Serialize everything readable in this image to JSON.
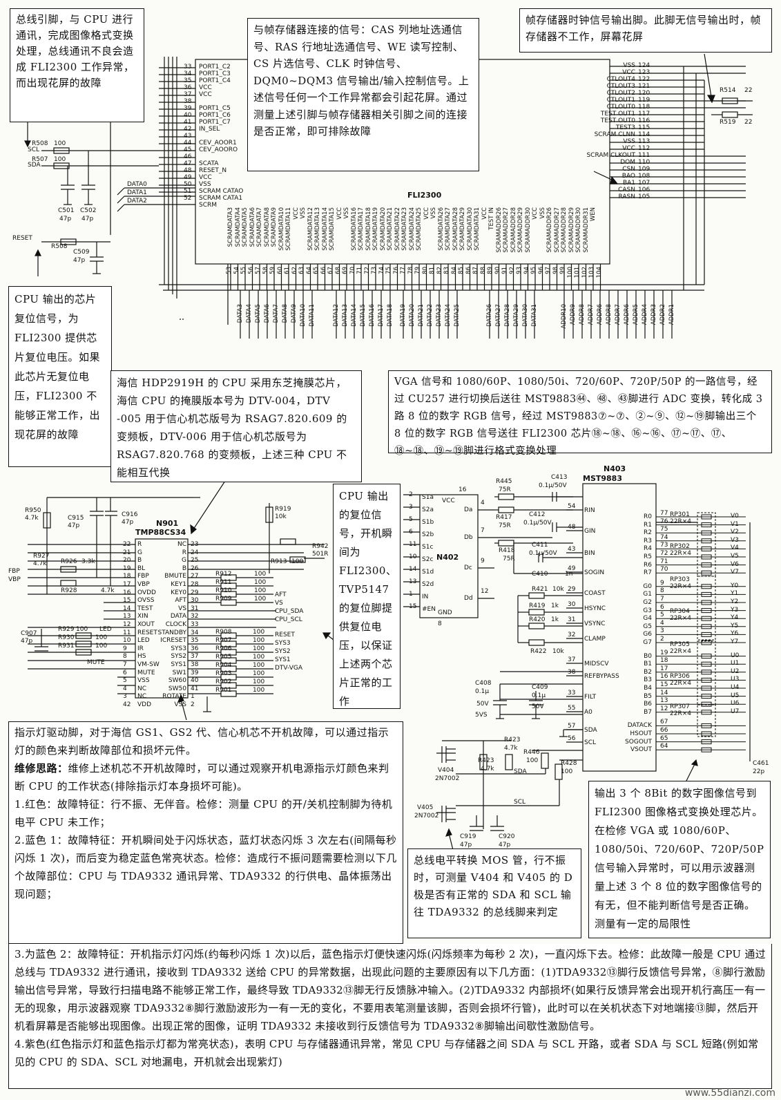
{
  "notes": {
    "bus_pins": "总线引脚，与 CPU 进行通讯，完成图像格式变换处理，总线通讯不良会造成 FLI2300 工作异常，而出现花屏的故障",
    "frame_store_signals": "与帧存储器连接的信号：CAS 列地址选通信号、RAS 行地址选通信号、WE 读写控制、CS 片选信号、CLK 时钟信号、DQM0~DQM3 信号输出/输入控制信号。上述信号任何一个工作异常都会引起花屏。通过测量上述引脚与帧存储器相关引脚之间的连接是否正常，即可排除故障",
    "frame_clock_pin": "帧存储器时钟信号输出脚。此脚无信号输出时，帧存储器不工作，屏幕花屏",
    "cpu_reset": "CPU 输出的芯片复位信号，为 FLI2300 提供芯片复位电压。如果此芯片无复位电压，FLI2300 不能够正常工作，出现花屏的故障",
    "cpu_masks": "海信 HDP2919H 的 CPU 采用东芝掩膜芯片，海信 CPU 的掩膜版本号为 DTV-004，DTV -005 用于信心机芯版号为 RSAG7.820.609 的变频板，DTV-006 用于信心机芯版号为 RSAG7.820.768 的变频板，上述三种 CPU 不能相互代换",
    "vga_path": "VGA 信号和 1080/60P、1080/50i、720/60P、720P/50P 的一路信号，经过 CU257 进行切换后送往 MST9883㊹、㊽、㊸脚进行 ADC 变换，转化成 3 路 8 位的数字 RGB 信号，经过 MST9883⑦~⑦、②~⑨、⑫~⑲脚输出三个 8 位的数字 RGB 信号送往 FLI2300 芯片⑱~⑱、⑯~⑯、⑰~⑰、⑰、⑱~⑱、⑲~⑲脚进行格式变换处理",
    "cpu_reset2": "CPU 输出的复位信号，开机瞬间为 FLI2300、TVP5147 的复位脚提供复位电压，以保证上述两个芯片正常的工作",
    "mos": "总线电平转换 MOS 管，行不振时，可测量 V404 和 V405 的 D 极是否有正常的 SDA 和 SCL 输往 TDA9332 的总线脚来判定",
    "rgb_out": "输出 3 个 8Bit 的数字图像信号到 FLI2300 图像格式变换处理芯片。在检修 VGA 或 1080/60P、1080/50i、720/60P、720P/50P 信号输入异常时，可以用示波器测量上述 3 个 8 位的数字图像信号的有无，但不能判断信号是否正确。测量有一定的局限性"
  },
  "led": {
    "intro": "指示灯驱动脚，对于海信 GS1、GS2 代、信心机芯不开机故障，可以通过指示灯的颜色来判断故障部位和损坏元件。",
    "idea_label": "维修思路：",
    "idea": "维修上述机芯不开机故障时，可以通过观察开机电源指示灯颜色来判断 CPU 的工作状态(排除指示灯本身损坏可能)。",
    "p1": "1.红色：故障特征：行不振、无伴音。检修：测量 CPU 的开/关机控制脚为待机电平 CPU 未工作；",
    "p2": "2.蓝色 1：故障特征：开机瞬间处于闪烁状态，蓝灯状态闪烁 3 次左右(间隔每秒闪烁 1 次)，而后变为稳定蓝色常亮状态。检修：造成行不振问题需要检测以下几个故障部位：CPU 与 TDA9332 通讯异常、TDA9332 的行供电、晶体振荡出现问题；",
    "p3": "3.为蓝色 2：故障特征：开机指示灯闪烁(约每秒闪烁 1 次)以后，蓝色指示灯便快速闪烁(闪烁频率为每秒 2 次)，一直闪烁下去。检修：此故障一般是 CPU 通过总线与 TDA9332 进行通讯，接收到 TDA9332 送给 CPU 的异常数据，出现此问题的主要原因有以下几方面：(1)TDA9332⑬脚行反馈信号异常，⑧脚行激励输出信号异常，导致行扫描电路不能够正常工作，最终导致 TDA9332⑬脚无行反馈脉冲输入。(2)TDA9332 内部损坏(如果行反馈异常会出现开机行高压一有一无的现象，用示波器观察 TDA9332⑧脚行激励波形为一有一无的变化，不要用表笔测量该脚，否则会损坏行管)，此时可以在关机状态下对地端接⑬脚，然后开机看屏幕是否能够出现图像。出现正常的图像，证明 TDA9332 未接收到行反馈信号为 TDA9332⑧脚输出间歇性激励信号。",
    "p4": "4.紫色(红色指示灯和蓝色指示灯都为常亮状态)，表明 CPU 与存储器通讯异常，常见 CPU 与存储器之间 SDA 与 SCL 开路，或者 SDA 与 SCL 短路(例如常见的 CPU 的 SDA、SCL 对地漏电，开机就会出现紫灯)"
  },
  "chips": {
    "fli": "FLI2300",
    "n901_ref": "N901",
    "n901_part": "TMP88CS34",
    "n402": "N402",
    "n403_ref": "N403",
    "n403_part": "MST9883"
  },
  "fli_left_pins": [
    {
      "n": "33",
      "s": "PORT1_C2"
    },
    {
      "n": "34",
      "s": "PORT1_C3"
    },
    {
      "n": "35",
      "s": "PORT1_C4"
    },
    {
      "n": "36",
      "s": "VCC"
    },
    {
      "n": "37",
      "s": "VCC"
    },
    {
      "n": "38",
      "s": ""
    },
    {
      "n": "39",
      "s": "PORT1_C5"
    },
    {
      "n": "40",
      "s": "PORT1_C6"
    },
    {
      "n": "41",
      "s": "PORT1_C7"
    },
    {
      "n": "42",
      "s": "IN_SEL"
    },
    {
      "n": "43",
      "s": ""
    },
    {
      "n": "44",
      "s": "CEV_AOOR1"
    },
    {
      "n": "45",
      "s": "CEV_AOORO"
    },
    {
      "n": "46",
      "s": ""
    },
    {
      "n": "47",
      "s": "SCATA"
    },
    {
      "n": "48",
      "s": "RESET_N"
    },
    {
      "n": "49",
      "s": "VCC"
    },
    {
      "n": "50",
      "s": "VSS"
    },
    {
      "n": "51",
      "s": "SCRAM CATAO"
    },
    {
      "n": "52",
      "s": "SCRAM CATA1"
    },
    {
      "n": "",
      "s": "SCRM"
    }
  ],
  "fli_right_pins": [
    {
      "n": "124",
      "s": "VSS"
    },
    {
      "n": "123",
      "s": "VCC"
    },
    {
      "n": "122",
      "s": "CTLOUT4"
    },
    {
      "n": "121",
      "s": "CTLOUT3"
    },
    {
      "n": "120",
      "s": "CTLOUT2"
    },
    {
      "n": "119",
      "s": "CTLOUT1"
    },
    {
      "n": "118",
      "s": "CTLOUT0"
    },
    {
      "n": "117",
      "s": "TEST OUT1"
    },
    {
      "n": "116",
      "s": "TEST OUT0"
    },
    {
      "n": "115",
      "s": "TEST3"
    },
    {
      "n": "114",
      "s": "SCRAM CLNN"
    },
    {
      "n": "113",
      "s": "VSS"
    },
    {
      "n": "112",
      "s": "VCC"
    },
    {
      "n": "111",
      "s": "SCRAM CLKOUT"
    },
    {
      "n": "110",
      "s": "DOM"
    },
    {
      "n": "109",
      "s": "CSN"
    },
    {
      "n": "108",
      "s": "BAO"
    },
    {
      "n": "107",
      "s": "BA1"
    },
    {
      "n": "106",
      "s": "CASN"
    },
    {
      "n": "105",
      "s": "RASN"
    }
  ],
  "fli_bottom_labels": [
    "SCRAMDATA3",
    "SCRAMDATA4",
    "SCRAMDATA5",
    "SCRAMDATA6",
    "SCRAMDATA7",
    "SCRAMDATA8",
    "SCRAMDATA9",
    "SCRAMDATA10",
    "SCRAMDATA11",
    "VCC",
    "VSS",
    "SCRAMDATA12",
    "SCRAMDATA13",
    "SCRAMDATA14",
    "SCRAMDATA15",
    "VCC",
    "VSS",
    "SCRAMDATA16",
    "SCRAMDATA17",
    "SCRAMDATA18",
    "SCRAMDATA19",
    "SCRAMDATA20",
    "SCRAMDATA21",
    "SCRAMDATA22",
    "SCRAMDATA23",
    "SCRAMDATA24",
    "SCRAMDATA25",
    "VCC",
    "VSS",
    "SCRAMDATA26",
    "SCRAMDATA27",
    "SCRAMDATA28",
    "SCRAMDATA29",
    "SCRAMDATA30",
    "SCRAMDATA31",
    "VCC",
    "TEST IN",
    "SCRAMADDR26",
    "SCRAMADDR27",
    "SCRAMADDR28",
    "SCRAMADDR29",
    "SCRAMADDR30",
    "VCC",
    "VSS",
    "SCRAMADDR26",
    "SCRAMADDR27",
    "SCRAMADDR28",
    "SCRAMADDR29",
    "SCRAMADDR30",
    "SCRAMADDR31",
    "WEN"
  ],
  "fli_bottom_pins": [
    "53",
    "54",
    "55",
    "56",
    "57",
    "58",
    "59",
    "60",
    "61",
    "62",
    "63",
    "64",
    "65",
    "66",
    "67",
    "68",
    "69",
    "70",
    "71",
    "72",
    "73",
    "74",
    "75",
    "76",
    "77",
    "78",
    "79",
    "80",
    "81",
    "82",
    "83",
    "84",
    "85",
    "86",
    "87",
    "88",
    "89",
    "90",
    "91",
    "92",
    "93",
    "94",
    "95",
    "96",
    "97",
    "98",
    "99",
    "100",
    "101",
    "102",
    "103",
    "104"
  ],
  "fli_bus_labels": [
    "DATA3",
    "DATA4",
    "DATA5",
    "DATA6",
    "DATA7",
    "DATA8",
    "DATA9",
    "DATA10",
    "DATA11",
    "DATA12",
    "DATA13",
    "DATA14",
    "DATA15",
    "DATA16",
    "DATA17",
    "DATA18",
    "DATA19",
    "DATA20",
    "DATA21",
    "DATA22",
    "DATA23",
    "DATA24",
    "DATA25",
    "DATA26",
    "DATA27",
    "DATA28",
    "DATA29",
    "DATA30",
    "DATA31",
    "ADDR10",
    "ADDR9",
    "ADDR8",
    "ADDR7",
    "ADDR6",
    "ADDR8",
    "ADDR7",
    "ADDR6",
    "ADDR5",
    "ADDR4",
    "ADDR3",
    "ADDR2",
    "ADDR1"
  ],
  "top_left_labels": {
    "scl": "SCL",
    "sda": "SDA",
    "r508": "R508",
    "r508v": "100",
    "r507": "R507",
    "r507v": "100",
    "c501": "C501",
    "c501v": "47p",
    "c502": "C502",
    "c502v": "47p",
    "reset": "RESET",
    "r508b": "R508",
    "c509": "C509",
    "c509v": "47p",
    "data0": "DATA0",
    "data1": "DATA1",
    "data2": "DATA2",
    "r514": "R514",
    "r514v": "22",
    "r519": "R519",
    "r519v": "22"
  },
  "n901_left": [
    {
      "n": "22",
      "s": "R"
    },
    {
      "n": "21",
      "s": "G"
    },
    {
      "n": "20",
      "s": "B"
    },
    {
      "n": "19",
      "s": "BL"
    },
    {
      "n": "18",
      "s": "FBP"
    },
    {
      "n": "17",
      "s": "VBP"
    },
    {
      "n": "16",
      "s": "OVDD"
    },
    {
      "n": "15",
      "s": "OVSS"
    },
    {
      "n": "14",
      "s": "TEST"
    },
    {
      "n": "13",
      "s": "XIN"
    },
    {
      "n": "12",
      "s": "XOUT"
    },
    {
      "n": "11",
      "s": "RESET"
    },
    {
      "n": "10",
      "s": "LED"
    },
    {
      "n": "9",
      "s": "IR"
    },
    {
      "n": "8",
      "s": "HS"
    },
    {
      "n": "7",
      "s": "VM-SW"
    },
    {
      "n": "6",
      "s": "MUTE"
    },
    {
      "n": "5",
      "s": "VSS"
    },
    {
      "n": "4",
      "s": "NC"
    },
    {
      "n": "3",
      "s": "NC"
    },
    {
      "n": "42",
      "s": "VDD"
    }
  ],
  "n901_right": [
    {
      "n": "23",
      "s": "NC"
    },
    {
      "n": "24",
      "s": "R"
    },
    {
      "n": "25",
      "s": "G"
    },
    {
      "n": "26",
      "s": "B"
    },
    {
      "n": "27",
      "s": "BMUTE"
    },
    {
      "n": "28",
      "s": "KEY1"
    },
    {
      "n": "29",
      "s": "KEY0"
    },
    {
      "n": "30",
      "s": "AFT"
    },
    {
      "n": "31",
      "s": "VS"
    },
    {
      "n": "32",
      "s": "DATA"
    },
    {
      "n": "33",
      "s": "CLOCK"
    },
    {
      "n": "34",
      "s": "STANDBY"
    },
    {
      "n": "35",
      "s": "ICRESET"
    },
    {
      "n": "36",
      "s": "SYS3"
    },
    {
      "n": "37",
      "s": "SYS2"
    },
    {
      "n": "38",
      "s": "SYS1"
    },
    {
      "n": "39",
      "s": "SW1"
    },
    {
      "n": "40",
      "s": "SW60"
    },
    {
      "n": "41",
      "s": "SW50"
    },
    {
      "n": "1",
      "s": "ROTATE"
    },
    {
      "n": "2",
      "s": "VSS"
    }
  ],
  "n901_parts": {
    "r950": "R950",
    "r950v": "4.7k",
    "c915": "C915",
    "c915v": "47p",
    "c916": "C916",
    "c916v": "47p",
    "r927": "R927",
    "r927v": "4.7k",
    "r926": "R926",
    "r926v": "3.3k",
    "r928": "R928",
    "r928v": "4.7k",
    "fbp": "FBP",
    "vbp": "VBP",
    "c907": "C907",
    "c907v": "47p",
    "r929": "R929",
    "r929v": "100",
    "led": "LED",
    "r930": "R930",
    "r930v": "100",
    "r931": "R931",
    "r931v": "100",
    "mute": "MUTE",
    "r919": "R919",
    "r919v": "10k",
    "r942": "R942",
    "r942v": "501R",
    "r913": "R913",
    "r913v": "100",
    "r912": "R912",
    "r911": "R911",
    "r910": "R910",
    "r909": "R909",
    "rv": "100",
    "aft": "AFT",
    "vs": "VS",
    "cpusda": "CPU_SDA",
    "cpuscl": "CPU_SCL",
    "r908": "R908",
    "r907": "R907",
    "r906": "R906",
    "r905": "R905",
    "r904": "R904",
    "r903": "R903",
    "r902": "R902",
    "r901": "R901",
    "reset": "RESET",
    "sys3": "SYS3",
    "sys2": "SYS2",
    "sys1": "SYS1",
    "dtvvga": "DTV-VGA"
  },
  "n402_left": [
    {
      "n": "2",
      "s": "S1a"
    },
    {
      "n": "3",
      "s": "S2a"
    },
    {
      "n": "5",
      "s": "S1b"
    },
    {
      "n": "6",
      "s": "S2b"
    },
    {
      "n": "11",
      "s": "S1c"
    },
    {
      "n": "10",
      "s": "S2c"
    },
    {
      "n": "14",
      "s": "S1d"
    },
    {
      "n": "13",
      "s": "S2d"
    },
    {
      "n": "1",
      "s": "IN"
    },
    {
      "n": "15",
      "s": "#EN"
    }
  ],
  "n402_right": [
    {
      "n": "4",
      "s": "Da"
    },
    {
      "n": "7",
      "s": "Db"
    },
    {
      "n": "9",
      "s": "Dc"
    },
    {
      "n": "12",
      "s": "Dd"
    }
  ],
  "n402_misc": {
    "vcc": "VCC",
    "gnd": "GND",
    "p16": "16",
    "p8": "8"
  },
  "n403_left": [
    {
      "n": "54",
      "s": "RIN"
    },
    {
      "n": "48",
      "s": "GIN"
    },
    {
      "n": "43",
      "s": "BIN"
    },
    {
      "n": "49",
      "s": "SOGIN"
    },
    {
      "n": "29",
      "s": "COAST"
    },
    {
      "n": "30",
      "s": "HSYNC"
    },
    {
      "n": "31",
      "s": "VSYNC"
    },
    {
      "n": "32",
      "s": "CLAMP"
    },
    {
      "n": "37",
      "s": "MIDSCV"
    },
    {
      "n": "38",
      "s": "REFBYPASS"
    },
    {
      "n": "33",
      "s": "FILT"
    },
    {
      "n": "55",
      "s": "A0"
    },
    {
      "n": "57",
      "s": "SDA"
    },
    {
      "n": "56",
      "s": "SCL"
    }
  ],
  "n403_right": [
    "R0",
    "R1",
    "R2",
    "R3",
    "R4",
    "R5",
    "R6",
    "R7",
    "G0",
    "G1",
    "G2",
    "G3",
    "G4",
    "G5",
    "G6",
    "G7",
    "B0",
    "B1",
    "B2",
    "B3",
    "B4",
    "B5",
    "B6",
    "B7",
    "DATACK",
    "HSOUT",
    "SOGOUT",
    "VSOUT"
  ],
  "n403_right_pins": [
    "77",
    "76",
    "75",
    "74",
    "73",
    "72",
    "71",
    "70",
    "9",
    "8",
    "7",
    "6",
    "5",
    "4",
    "3",
    "2",
    "19",
    "18",
    "17",
    "16",
    "15",
    "14",
    "13",
    "12",
    "67",
    "66",
    "65",
    "64"
  ],
  "n403_outputs": [
    "V0",
    "V1",
    "V2",
    "V3",
    "V4",
    "V5",
    "V6",
    "V7",
    "Y0",
    "Y1",
    "Y2",
    "Y3",
    "Y4",
    "Y5",
    "Y6",
    "Y7",
    "U0",
    "U1",
    "U2",
    "U3",
    "U4",
    "U5",
    "U6",
    "U7"
  ],
  "rp_labels": [
    {
      "name": "RP301",
      "val": "22R×4"
    },
    {
      "name": "RP302",
      "val": "22R×4"
    },
    {
      "name": "RP303",
      "val": "22R×4"
    },
    {
      "name": "RP304",
      "val": "22R×4"
    },
    {
      "name": "RP305",
      "val": "22R×4"
    },
    {
      "name": "RP306",
      "val": "22R×4"
    },
    {
      "name": "RP307",
      "val": "22R×4"
    }
  ],
  "n403_parts": {
    "r445": "R445",
    "r445v": "75R",
    "c413": "C413",
    "c413v": "0.1μ/50V",
    "r417": "R417",
    "r417v": "75R",
    "c412": "C412",
    "c412v": "0.1μ/50V",
    "r418": "R418",
    "r418v": "75R",
    "c411": "C411",
    "c411v": "0.1μ/50V",
    "c410": "C410",
    "c410v": "1n",
    "r421": "R421",
    "r421v": "10k",
    "r419": "R419",
    "r419v": "1k",
    "r420": "R420",
    "r420v": "1k",
    "r422": "R422",
    "r422v": "10k",
    "c408": "C408",
    "c408v": "0.1μ",
    "c408v2": "50V",
    "c409": "C409",
    "c409v": "0.1μ",
    "c409v2": "50V",
    "c461": "C461",
    "c461v": "22p",
    "vs5": "5VS",
    "r423a": "R423",
    "r423av": "4.7k",
    "r423b": "R423",
    "r423bv": "4.7k",
    "r446": "R446",
    "r446v": "100",
    "r428": "R428",
    "r428v": "100",
    "v404": "V404",
    "v404p": "2N7002",
    "v405": "V405",
    "v405p": "2N7002",
    "sda": "SDA",
    "scl": "SCL",
    "c919": "C919",
    "c919v": "47p",
    "c920": "C920",
    "c920v": "47p"
  },
  "watermark": "www.55dianzi.com"
}
